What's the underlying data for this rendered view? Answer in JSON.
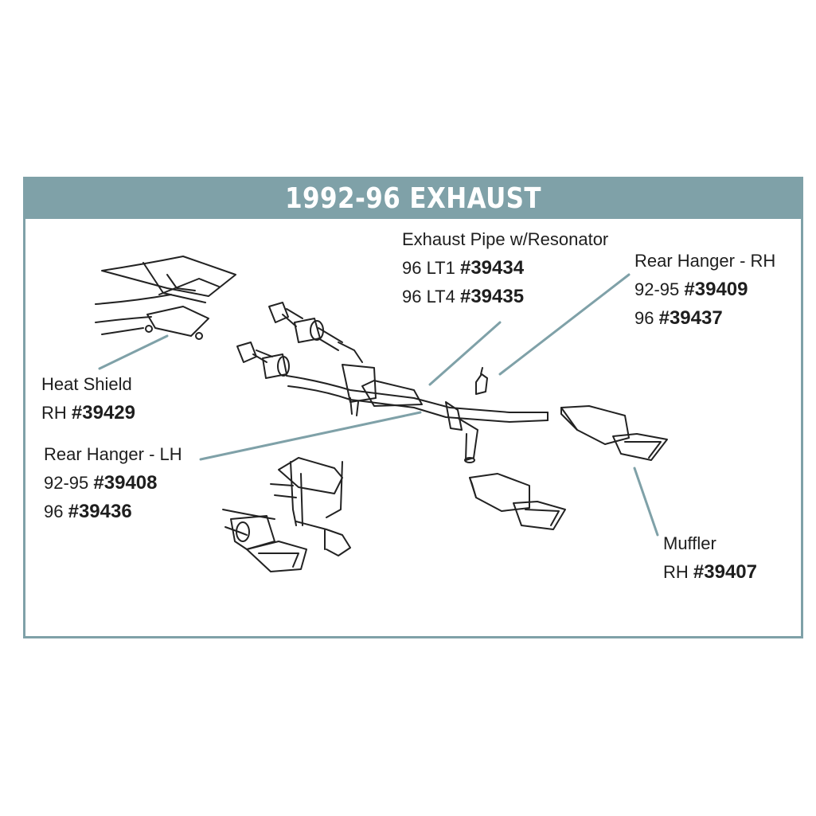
{
  "title": "1992-96 EXHAUST",
  "colors": {
    "accent": "#7fa1a8",
    "text": "#1e1e1e",
    "line": "#222222"
  },
  "callouts": {
    "exhaust_pipe": {
      "name": "Exhaust Pipe w/Resonator",
      "l1_prefix": "96 LT1",
      "l1_part": "#39434",
      "l2_prefix": "96 LT4",
      "l2_part": "#39435"
    },
    "rear_hanger_rh": {
      "name": "Rear Hanger - RH",
      "l1_prefix": "92-95",
      "l1_part": "#39409",
      "l2_prefix": "96",
      "l2_part": "#39437"
    },
    "heat_shield": {
      "name": "Heat Shield",
      "l1_prefix": "RH",
      "l1_part": "#39429"
    },
    "rear_hanger_lh": {
      "name": "Rear Hanger - LH",
      "l1_prefix": "92-95",
      "l1_part": "#39408",
      "l2_prefix": "96",
      "l2_part": "#39436"
    },
    "muffler": {
      "name": "Muffler",
      "l1_prefix": "RH",
      "l1_part": "#39407"
    }
  }
}
